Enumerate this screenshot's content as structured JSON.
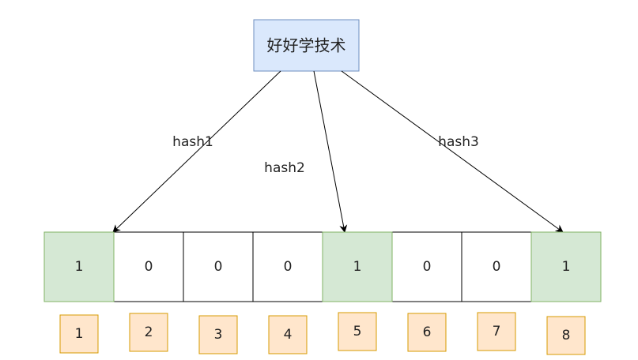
{
  "root": {
    "label": "好好学技术",
    "fill": "#dae8fc",
    "stroke": "#6c8ebf"
  },
  "hashes": [
    {
      "label": "hash1",
      "target_bit": 1
    },
    {
      "label": "hash2",
      "target_bit": 5
    },
    {
      "label": "hash3",
      "target_bit": 8
    }
  ],
  "bits": [
    {
      "index": "1",
      "value": "1"
    },
    {
      "index": "2",
      "value": "0"
    },
    {
      "index": "3",
      "value": "0"
    },
    {
      "index": "4",
      "value": "0"
    },
    {
      "index": "5",
      "value": "1"
    },
    {
      "index": "6",
      "value": "0"
    },
    {
      "index": "7",
      "value": "0"
    },
    {
      "index": "8",
      "value": "1"
    }
  ],
  "colors": {
    "set_fill": "#d5e8d4",
    "set_stroke": "#82b366",
    "unset_fill": "#ffffff",
    "unset_stroke": "#000000",
    "index_fill": "#ffe6cc",
    "index_stroke": "#d79b00",
    "line": "#000000"
  }
}
